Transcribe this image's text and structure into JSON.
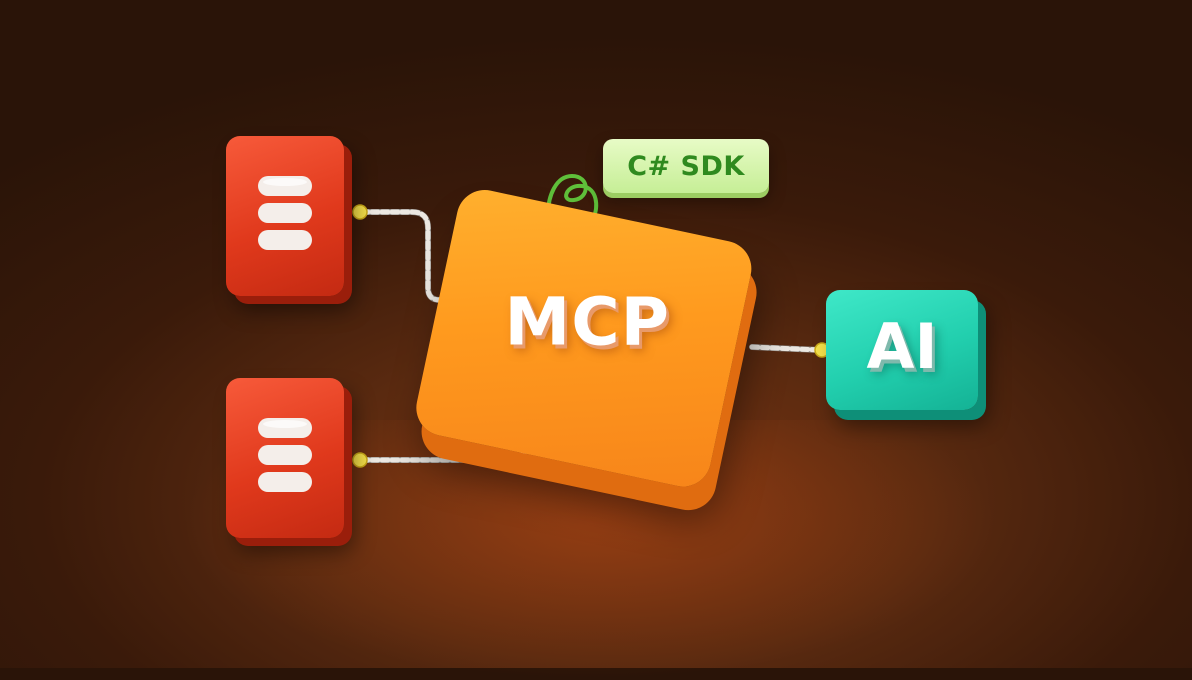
{
  "diagram": {
    "nodes": {
      "database_top": {
        "icon": "database-icon"
      },
      "database_bottom": {
        "icon": "database-icon"
      },
      "mcp": {
        "label": "MCP"
      },
      "ai": {
        "label": "AI"
      },
      "sdk_badge": {
        "label": "C# SDK"
      }
    },
    "edges": [
      {
        "from": "database_top",
        "to": "mcp"
      },
      {
        "from": "database_bottom",
        "to": "mcp"
      },
      {
        "from": "mcp",
        "to": "ai"
      },
      {
        "from": "mcp",
        "to": "sdk_badge"
      }
    ]
  },
  "colors": {
    "background": "#3a1a0a",
    "database": "#e0391c",
    "mcp": "#ff9a1e",
    "ai": "#22cfae",
    "sdk_badge": "#c6ee96",
    "sdk_text": "#2f8a1f",
    "connector": "#e6e2dc",
    "port": "#f5e04a"
  }
}
